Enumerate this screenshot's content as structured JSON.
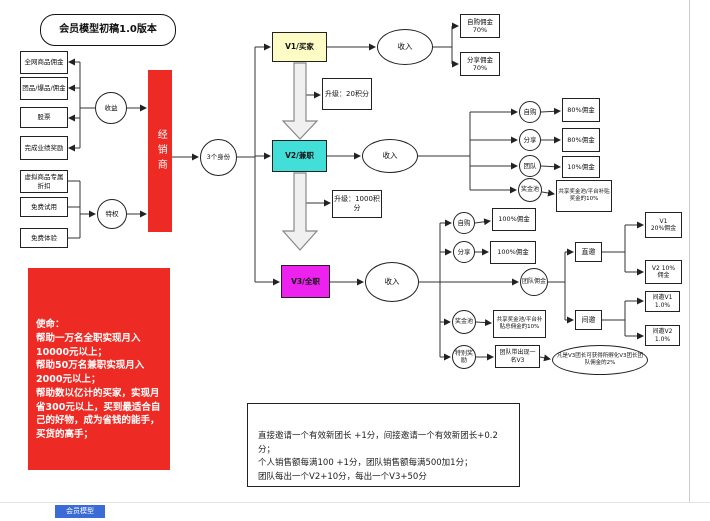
{
  "title": "会员模型初稿1.0版本",
  "colors": {
    "red": "#ed2a24",
    "v1_yellow": "#fcfcc4",
    "v2_cyan": "#42dfd8",
    "v3_magenta": "#ee22ee",
    "tab_blue": "#3a6bd6"
  },
  "benefits": {
    "circle": "收益",
    "items": [
      "全网商品佣金",
      "团品/爆品/佣金",
      "股票",
      "完成业绩奖励"
    ]
  },
  "privileges": {
    "circle": "特权",
    "items": [
      "虚拟商品专属折扣",
      "免费试用",
      "免费体验"
    ]
  },
  "distributor": "经销商",
  "identity": "3个身份",
  "v1": {
    "label": "V1/买家",
    "income": "收入",
    "upgrade": "升级：20积分",
    "outcomes": [
      "自购佣金\n70%",
      "分享佣金\n70%"
    ]
  },
  "v2": {
    "label": "V2/兼职",
    "income": "收入",
    "upgrade": "升级：1000积分",
    "channels": [
      "自购",
      "分享",
      "团队",
      "奖金池"
    ],
    "outcomes": [
      "80%佣金",
      "80%佣金",
      "10%佣金",
      "共享奖金池/平台补贴奖金的10%"
    ]
  },
  "v3": {
    "label": "V3/全职",
    "income": "收入",
    "channels": [
      "自购",
      "分享",
      "奖金池",
      "特别奖励"
    ],
    "team_circle": "团队佣金",
    "outcomes": [
      "100%佣金",
      "100%佣金",
      "共享奖金池/平台补贴总佣金的10%",
      "团队带出现一名V3"
    ],
    "direct": "直邀",
    "indirect": "间邀",
    "direct_outcomes": [
      "V1\n20%佣金",
      "V2 10%\n佣金"
    ],
    "indirect_outcomes": [
      "间邀V1\n1.0%",
      "间邀V2\n1.0%"
    ],
    "note": "凡是V3团长可获得所孵化V3团长团队佣金的2%"
  },
  "mission": "使命：\n帮助一万名全职实现月入10000元以上；\n帮助50万名兼职实现月入2000元以上；\n帮助数以亿计的买家，实现月省300元以上，买到最适合自己的好物，成为省钱的能手，买货的高手；",
  "rules": "直接邀请一个有效新团长 +1分，间接邀请一个有效新团长+0.2分；\n个人销售额每满100 +1分，团队销售额每满500加1分；\n团队每出一个V2+10分，每出一个V3+50分",
  "sheet_tab": "会员模型"
}
